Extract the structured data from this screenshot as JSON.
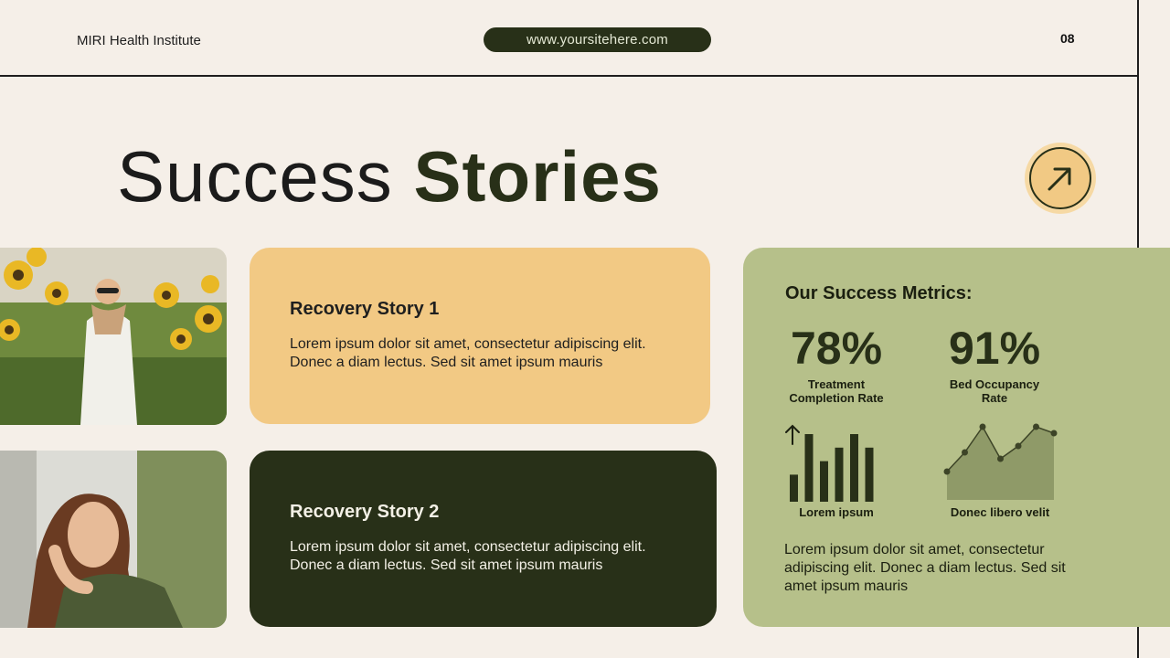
{
  "header": {
    "brand": "MIRI Health Institute",
    "site": "www.yoursitehere.com",
    "page_number": "08"
  },
  "title": {
    "part_light": "Success",
    "part_bold": "Stories"
  },
  "stories": [
    {
      "title": "Recovery Story 1",
      "body": "Lorem ipsum dolor sit amet, consectetur adipiscing elit. Donec a diam lectus. Sed sit amet ipsum mauris"
    },
    {
      "title": "Recovery Story 2",
      "body": "Lorem ipsum dolor sit amet, consectetur adipiscing elit. Donec a diam lectus. Sed sit amet ipsum mauris"
    }
  ],
  "metrics": {
    "heading": "Our Success Metrics:",
    "stats": [
      {
        "value": "78%",
        "label_line1": "Treatment",
        "label_line2": "Completion Rate"
      },
      {
        "value": "91%",
        "label_line1": "Bed Occupancy",
        "label_line2": "Rate"
      }
    ],
    "charts": [
      {
        "label": "Lorem ipsum",
        "type": "bar",
        "values": [
          2,
          5,
          3,
          4,
          5,
          4
        ]
      },
      {
        "label": "Donec libero velit",
        "type": "area",
        "values": [
          3,
          6,
          10,
          5,
          7,
          10,
          9
        ]
      }
    ],
    "body": "Lorem ipsum dolor sit amet, consectetur adipiscing elit. Donec a diam lectus. Sed sit amet ipsum mauris"
  },
  "icons": {
    "arrow": "arrow-up-right-icon",
    "chart_arrow": "arrow-up-icon"
  },
  "colors": {
    "background": "#f5efe8",
    "dark_green": "#283018",
    "peach": "#f2c984",
    "sage": "#b6c08a"
  }
}
